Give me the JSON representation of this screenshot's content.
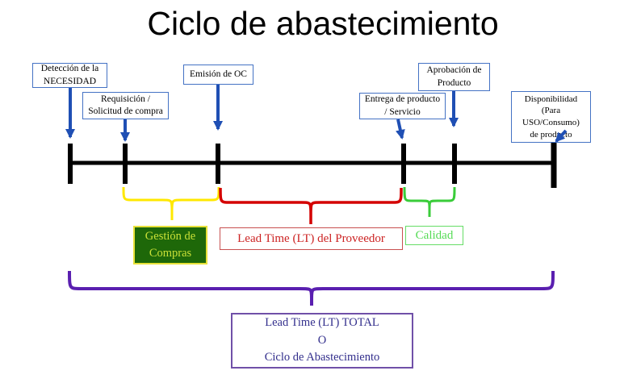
{
  "title": "Ciclo de abastecimiento",
  "events": [
    {
      "id": "deteccion-necesidad",
      "text": "Detección de la\nNECESIDAD"
    },
    {
      "id": "requisicion",
      "text": "Requisición /\nSolicitud de compra"
    },
    {
      "id": "emision-oc",
      "text": "Emisión de OC"
    },
    {
      "id": "entrega-producto",
      "text": "Entrega de producto\n/ Servicio"
    },
    {
      "id": "aprobacion-producto",
      "text": "Aprobación de\nProducto"
    },
    {
      "id": "disponibilidad",
      "text": "Disponibilidad\n(Para\nUSO/Consumo)\nde producto"
    }
  ],
  "phases": [
    {
      "id": "gestion-compras",
      "text": "Gestión de\nCompras",
      "text_color": "#c9e037",
      "fill": "#1e6809",
      "border": "#e8e23a",
      "brace_color": "#ffe800"
    },
    {
      "id": "lead-time-proveedor",
      "text": "Lead Time (LT) del Proveedor",
      "text_color": "#cc2222",
      "fill": "#ffffff",
      "border": "#c85050",
      "brace_color": "#d40000"
    },
    {
      "id": "calidad",
      "text": "Calidad",
      "text_color": "#55db55",
      "fill": "#ffffff",
      "border": "#66dd66",
      "brace_color": "#3acc3a"
    }
  ],
  "total": {
    "text": "Lead Time (LT) TOTAL\nO\nCiclo de Abastecimiento",
    "text_color": "#322e8c",
    "border": "#7050a8",
    "brace_color": "#5a1fb0"
  },
  "colors": {
    "arrow_blue": "#1f4fb4",
    "event_box_border": "#4472c4",
    "timeline_black": "#000000"
  }
}
